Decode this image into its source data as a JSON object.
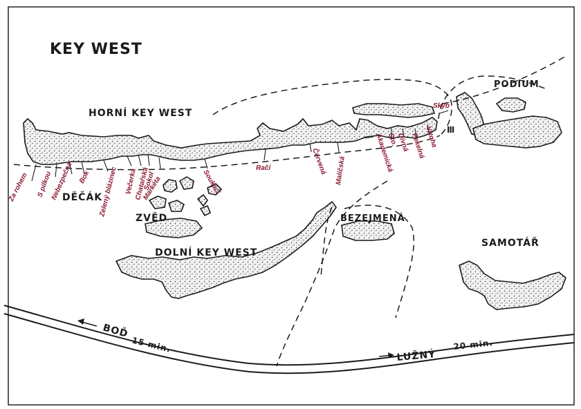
{
  "title": "KEY WEST",
  "areas": {
    "horni": "HORNÍ KEY WEST",
    "decak": "DĚČÁK",
    "zved": "ZVĚD",
    "dolni": "DOLNÍ KEY WEST",
    "bezejmena": "BEZEJMENÁ",
    "podium": "PODIUM",
    "samotar": "SAMOTÁŘ"
  },
  "roads": {
    "bod_label": "BOĎ",
    "bod_time": "15 min.",
    "luzny_label": "LUŽNÝ",
    "luzny_time": "20 min."
  },
  "routes": [
    "Za rohem",
    "S pilkou",
    "Nebezpečná",
    "Bok",
    "Zelený blázinec",
    "Večerka",
    "Chatařská",
    "Sokol",
    "Markéta",
    "Soukací",
    "Račí",
    "Červená",
    "Malíčská",
    "Akademická",
    "Sto.",
    "Dívná",
    "Pekelná",
    "Vrtoha",
    "Skyb"
  ],
  "symbols": {
    "cave": "Ⅲ"
  }
}
